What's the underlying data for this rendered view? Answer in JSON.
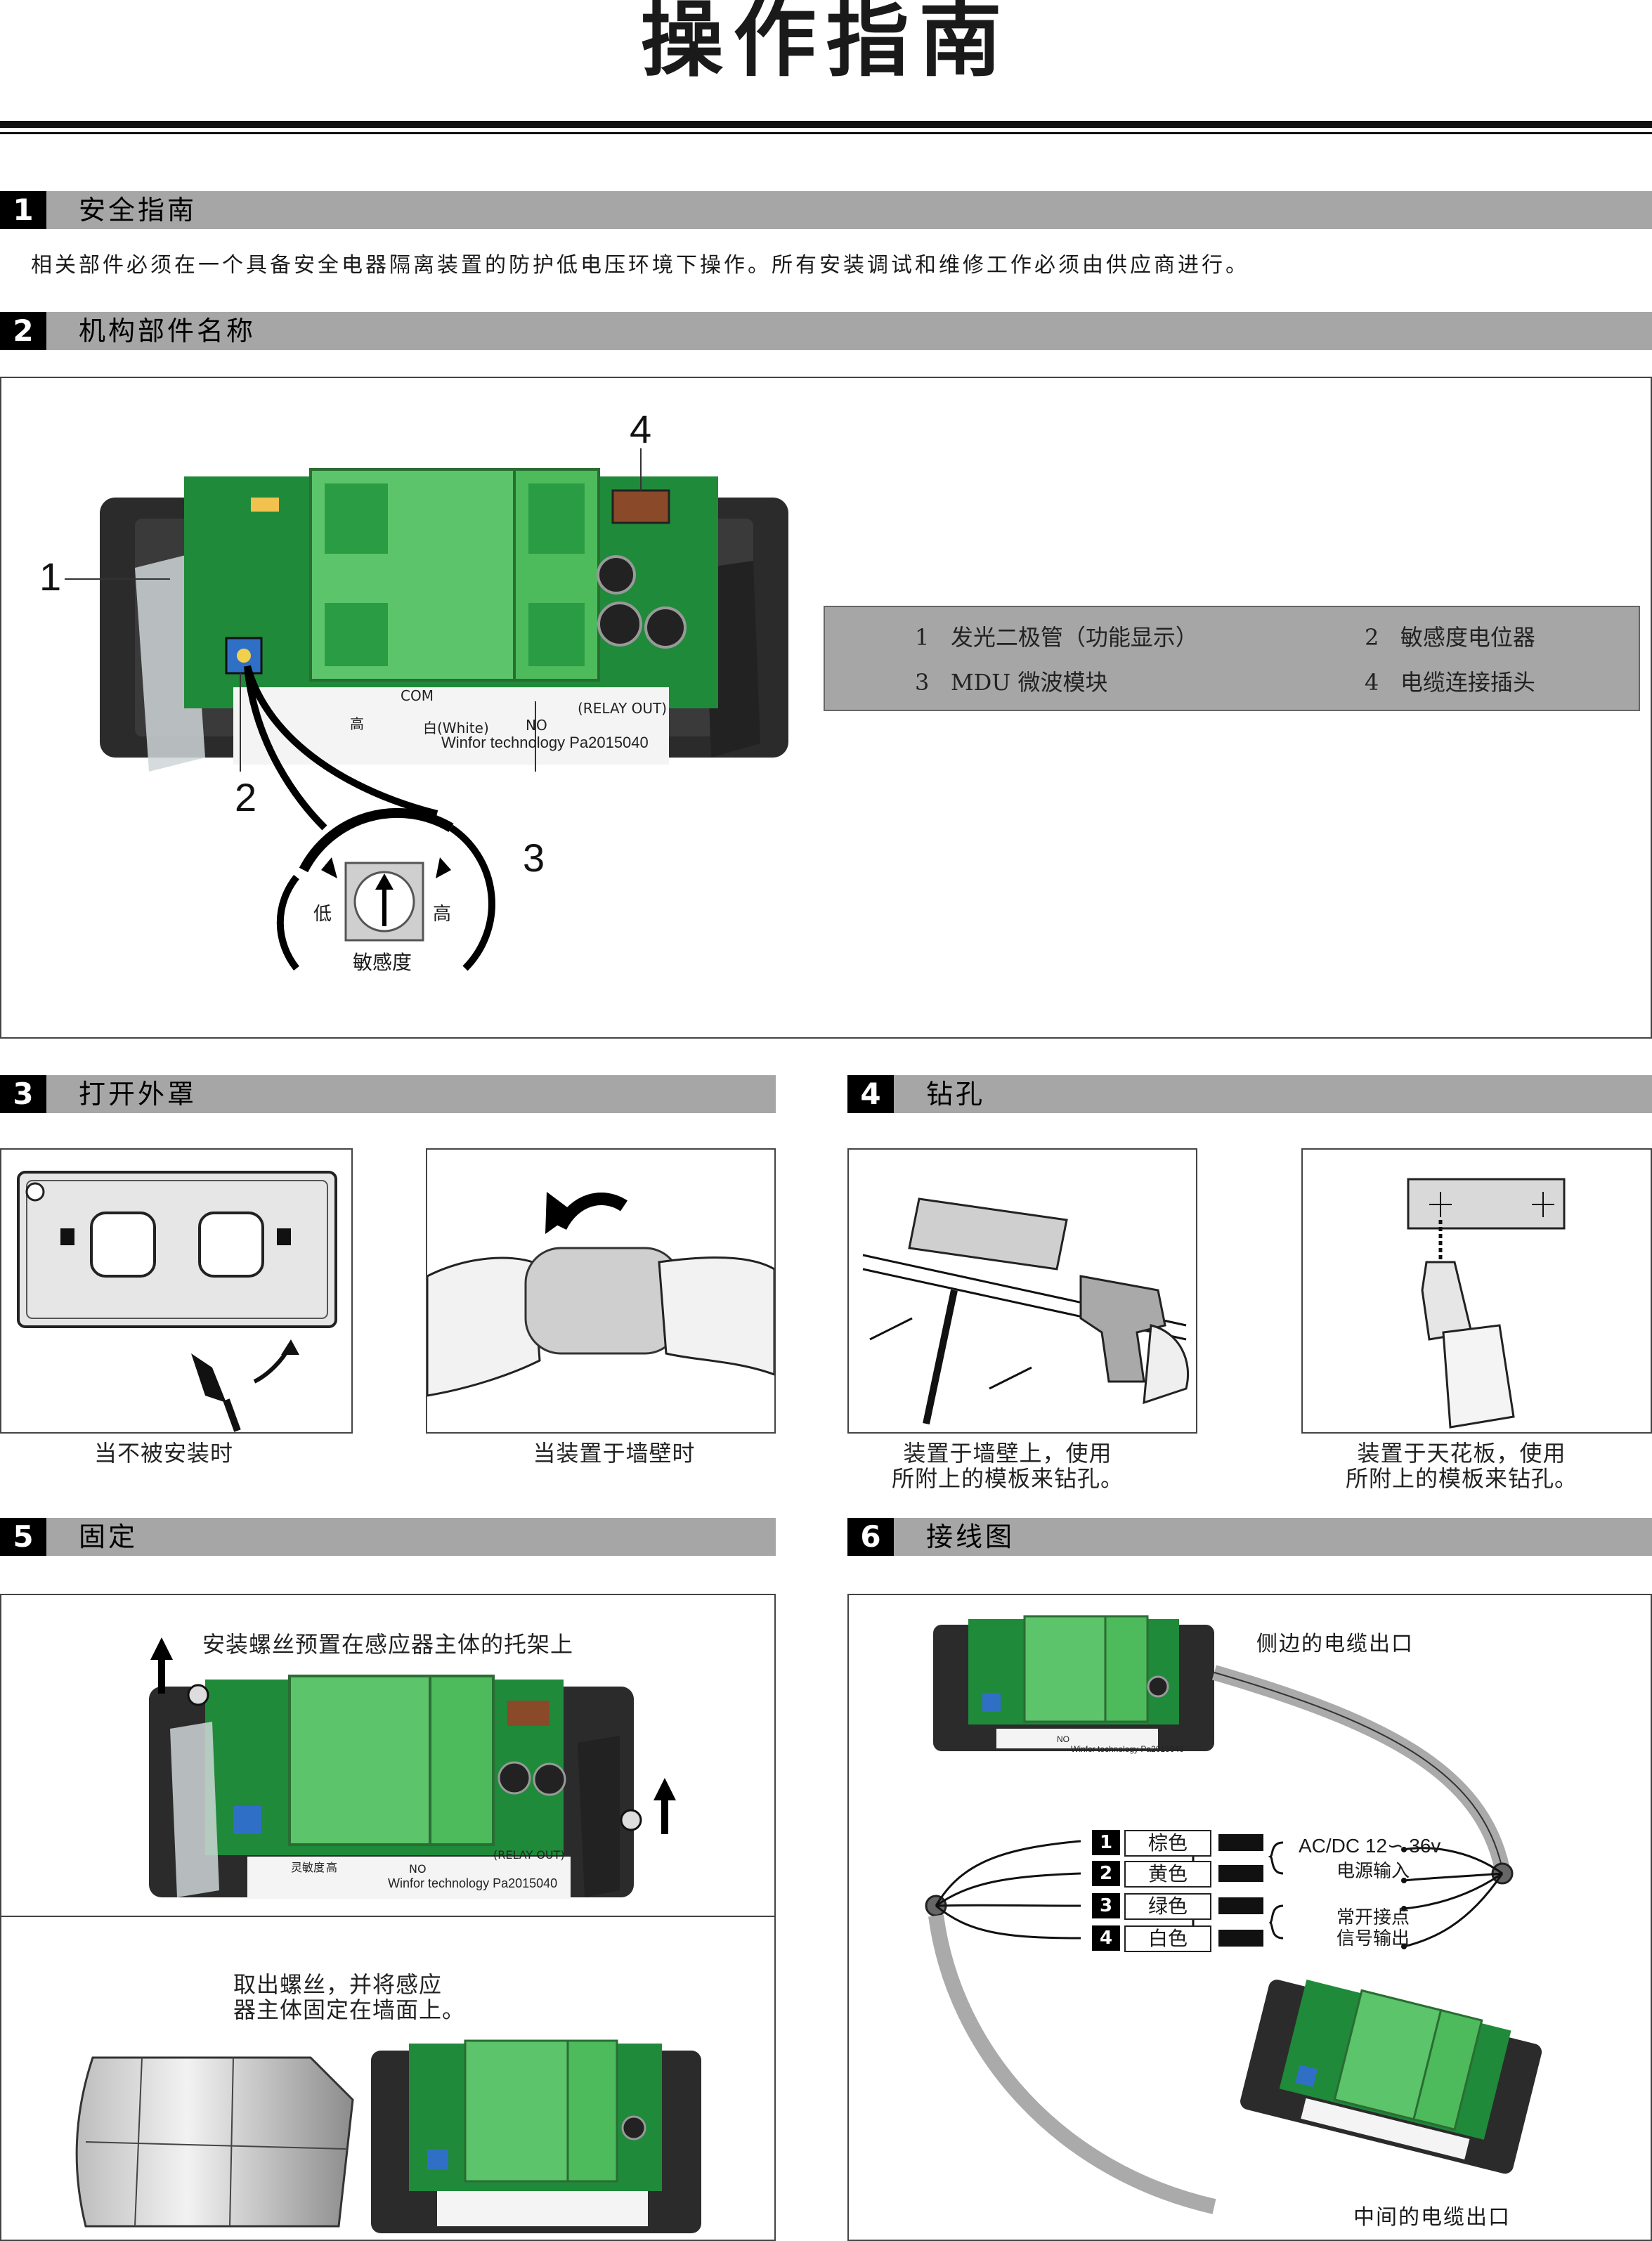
{
  "title": "操作指南",
  "sections": {
    "s1": {
      "num": "1",
      "title": "安全指南",
      "text": "相关部件必须在一个具备安全电器隔离装置的防护低电压环境下操作。所有安装调试和维修工作必须由供应商进行。"
    },
    "s2": {
      "num": "2",
      "title": "机构部件名称"
    },
    "s3": {
      "num": "3",
      "title": "打开外罩"
    },
    "s4": {
      "num": "4",
      "title": "钻孔"
    },
    "s5": {
      "num": "5",
      "title": "固定"
    },
    "s6": {
      "num": "6",
      "title": "接线图"
    }
  },
  "parts_diagram": {
    "callouts": [
      "1",
      "2",
      "3",
      "4"
    ],
    "board_text_1": "Winfor technology Pa2015040",
    "board_text_2": "(RELAY OUT)",
    "board_text_3": "白(White)",
    "board_text_4": "NO",
    "board_text_5": "COM",
    "board_text_6": "高",
    "knob_low": "低",
    "knob_high": "高",
    "knob_caption": "敏感度",
    "legend": [
      {
        "num": "1",
        "label": "发光二极管（功能显示）"
      },
      {
        "num": "2",
        "label": "敏感度电位器"
      },
      {
        "num": "3",
        "label": "MDU 微波模块"
      },
      {
        "num": "4",
        "label": "电缆连接插头"
      }
    ]
  },
  "open_cover": {
    "caption_left": "当不被安装时",
    "caption_right": "当装置于墙壁时"
  },
  "drilling": {
    "caption_left_1": "装置于墙壁上，使用",
    "caption_left_2": "所附上的模板来钻孔。",
    "caption_right_1": "装置于天花板，使用",
    "caption_right_2": "所附上的模板来钻孔。"
  },
  "fixing": {
    "caption_top": "安装螺丝预置在感应器主体的托架上",
    "caption_bottom_1": "取出螺丝，并将感应",
    "caption_bottom_2": "器主体固定在墙面上。",
    "board_text_1": "Winfor technology Pa2015040",
    "board_text_2": "(RELAY OUT)",
    "board_text_3": "灵敏度",
    "board_text_4": "高",
    "board_text_5": "NO"
  },
  "wiring": {
    "side_exit": "侧边的电缆出口",
    "middle_exit": "中间的电缆出口",
    "wires": [
      {
        "num": "1",
        "color_name": "棕色"
      },
      {
        "num": "2",
        "color_name": "黄色"
      },
      {
        "num": "3",
        "color_name": "绿色"
      },
      {
        "num": "4",
        "color_name": "白色"
      }
    ],
    "power_label": "AC/DC  12∽ 36v",
    "power_sub": "电源输入",
    "relay_label_1": "常开接点",
    "relay_label_2": "信号输出",
    "board_text_1": "Winfor technology Pa2015040",
    "board_text_2": "NO"
  },
  "colors": {
    "section_bar": "#a6a6a6",
    "pcb_green": "#1f8a3a",
    "housing_dark": "#2b2b2b"
  }
}
